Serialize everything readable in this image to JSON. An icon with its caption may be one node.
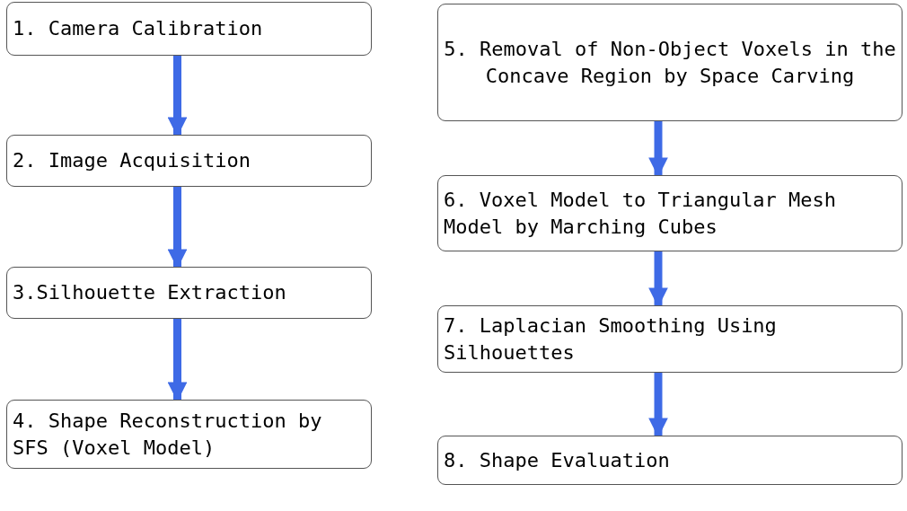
{
  "diagram": {
    "nodes": [
      {
        "text": [
          "1. Camera Calibration"
        ]
      },
      {
        "text": [
          "2. Image Acquisition"
        ]
      },
      {
        "text": [
          "3.Silhouette Extraction"
        ]
      },
      {
        "text": [
          "4. Shape Reconstruction by SFS (Voxel Model)"
        ]
      },
      {
        "text": [
          "5. Removal of Non-Object Voxels in the Concave Region by Space Carving"
        ]
      },
      {
        "text": [
          "6. Voxel Model to Triangular Mesh Model by Marching Cubes"
        ]
      },
      {
        "text": [
          "7. Laplacian Smoothing Using Silhouettes"
        ]
      },
      {
        "text": [
          "8. Shape Evaluation"
        ]
      }
    ],
    "edges": [
      {
        "from": 0,
        "to": 1,
        "arrow": "to"
      },
      {
        "from": 1,
        "to": 2,
        "arrow": "to"
      },
      {
        "from": 2,
        "to": 3,
        "arrow": "to"
      },
      {
        "from": 4,
        "to": 5,
        "arrow": "to"
      },
      {
        "from": 5,
        "to": 6,
        "arrow": "to"
      },
      {
        "from": 6,
        "to": 7,
        "arrow": "to"
      }
    ]
  }
}
